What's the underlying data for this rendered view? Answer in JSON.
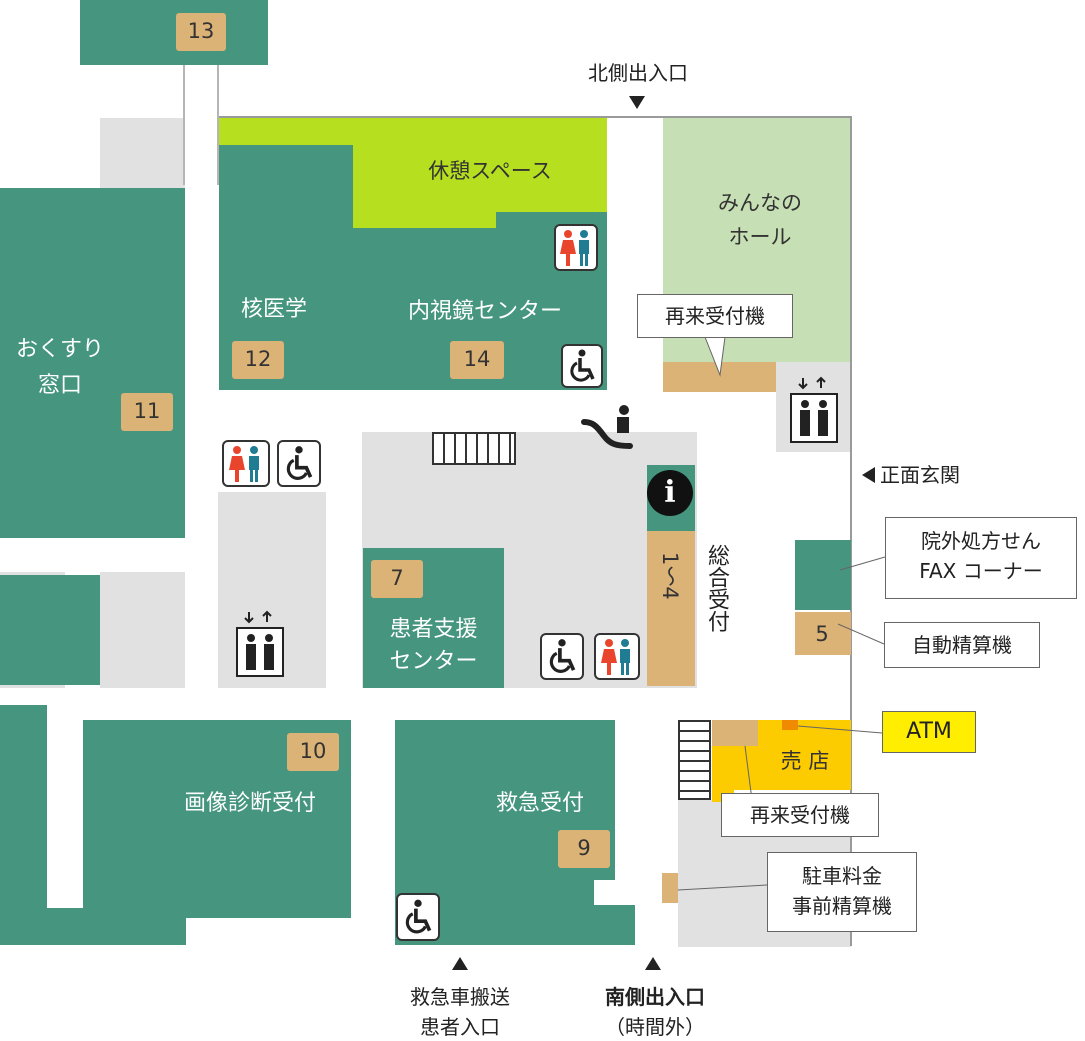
{
  "rooms": {
    "room13": "13",
    "rest_space": "休憩スペース",
    "minna_hall_line1": "みんなの",
    "minna_hall_line2": "ホール",
    "nuclear_medicine": "核医学",
    "room12": "12",
    "endoscopy_center": "内視鏡センター",
    "room14": "14",
    "pharmacy_line1": "おくすり",
    "pharmacy_line2": "窓口",
    "room11": "11",
    "patient_support_line1": "患者支援",
    "patient_support_line2": "センター",
    "room7": "7",
    "reception_numbers": "1〜4",
    "general_reception": "総合受付",
    "room5": "5",
    "shop": "売 店",
    "imaging_reception": "画像診断受付",
    "room10": "10",
    "emergency_reception": "救急受付",
    "room9": "9"
  },
  "callouts": {
    "reentry_machine_top": "再来受付機",
    "fax_line1": "院外処方せん",
    "fax_line2": "FAX コーナー",
    "auto_payment": "自動精算機",
    "atm": "ATM",
    "reentry_machine_bottom": "再来受付機",
    "parking_line1": "駐車料金",
    "parking_line2": "事前精算機"
  },
  "entrances": {
    "north": "北側出入口",
    "main": "正面玄関",
    "ambulance_line1": "救急車搬送",
    "ambulance_line2": "患者入口",
    "south_line1": "南側出入口",
    "south_line2": "（時間外）"
  },
  "icons": {
    "restroom": "restroom-icon",
    "wheelchair": "wheelchair-icon",
    "elevator": "elevator-icon",
    "escalator": "escalator-icon",
    "info": "info-icon",
    "stairs": "stairs-icon"
  },
  "colors": {
    "room_green": "#45957f",
    "corridor_gray": "#e1e1e1",
    "rest_lime": "#b6e01f",
    "hall_sage": "#c6dfb4",
    "counter_tan": "#dcb377",
    "shop_yellow": "#fccb00",
    "atm_yellow": "#ffee00",
    "female_red": "#e8452c",
    "male_teal": "#1f7c93"
  }
}
